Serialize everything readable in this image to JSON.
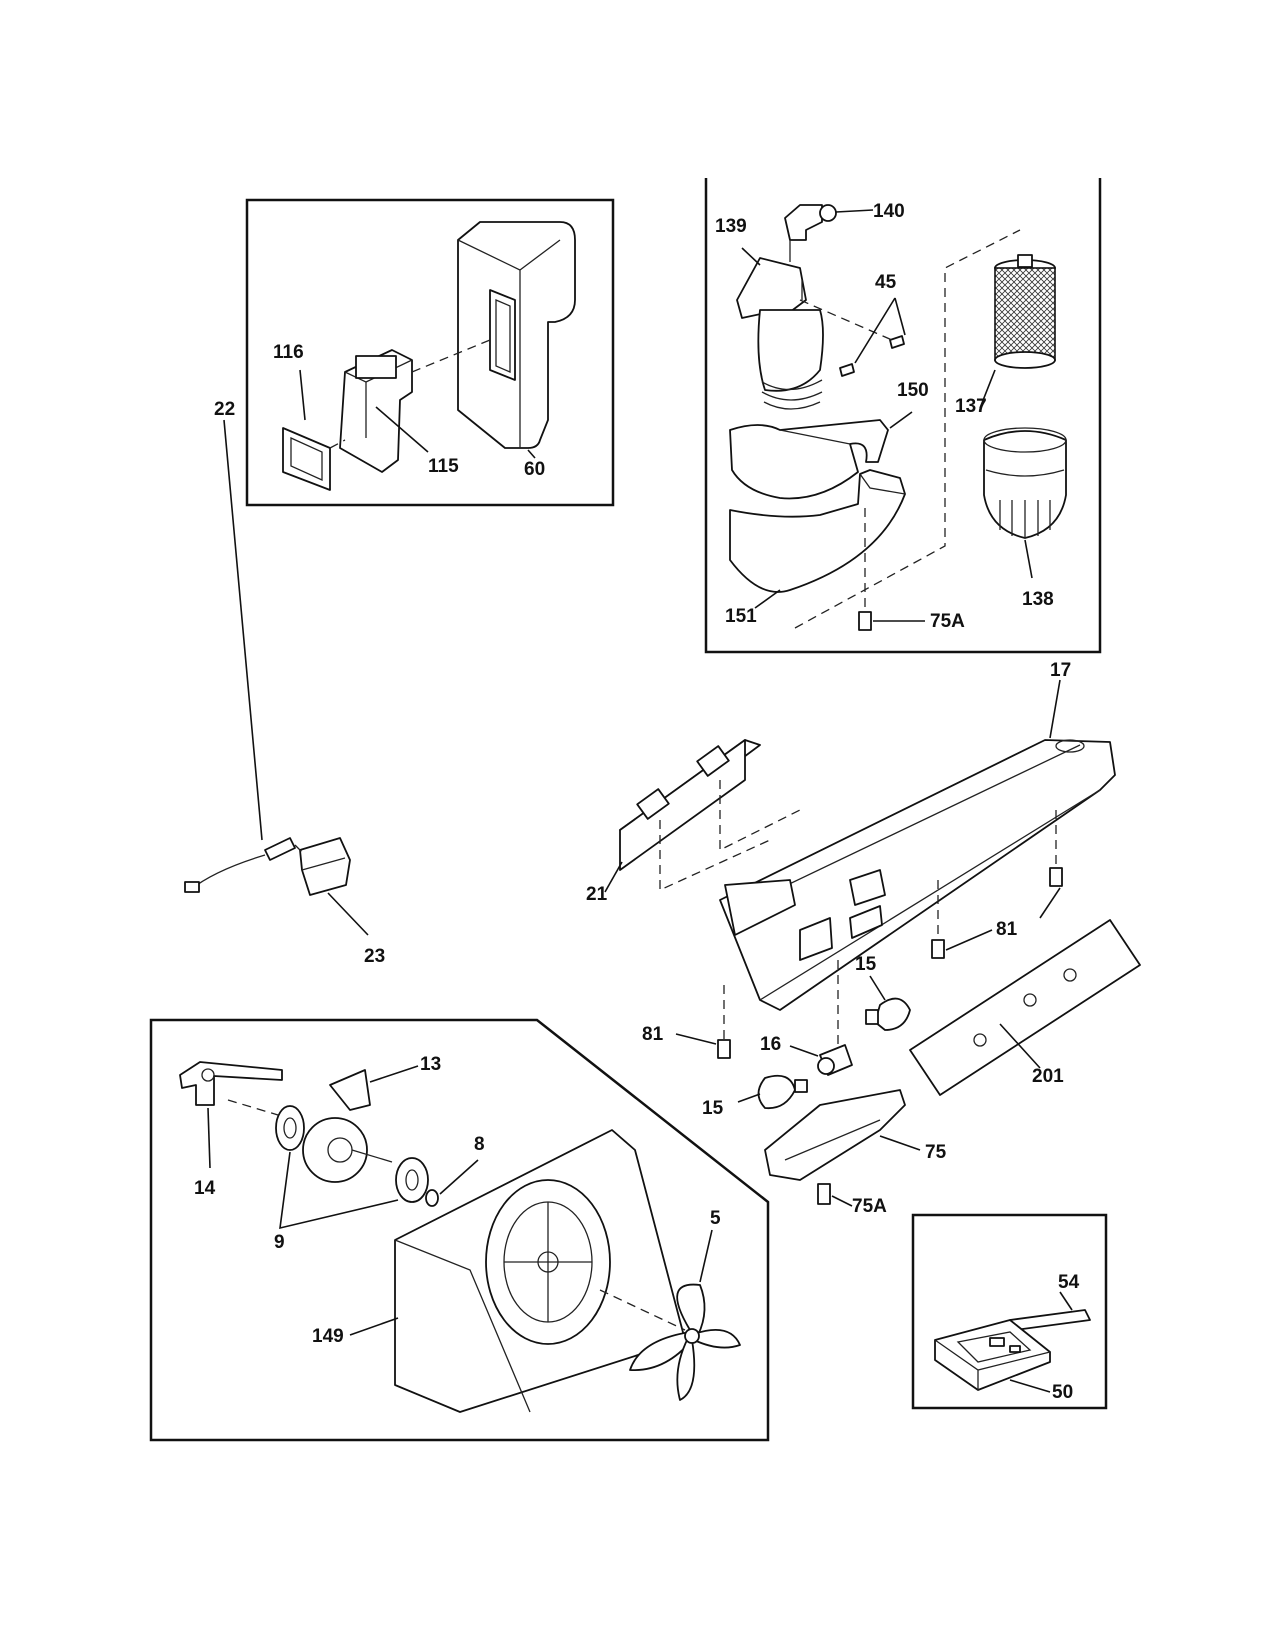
{
  "diagram": {
    "callouts": {
      "c116": "116",
      "c115": "115",
      "c60": "60",
      "c139": "139",
      "c140": "140",
      "c45": "45",
      "c150": "150",
      "c137": "137",
      "c138": "138",
      "c151": "151",
      "c75A_top": "75A",
      "c17": "17",
      "c22": "22",
      "c23": "23",
      "c21": "21",
      "c81_right": "81",
      "c81_left": "81",
      "c15_top": "15",
      "c16": "16",
      "c201": "201",
      "c15_bottom": "15",
      "c75": "75",
      "c75A_bottom": "75A",
      "c13": "13",
      "c14": "14",
      "c8": "8",
      "c9": "9",
      "c5": "5",
      "c149": "149",
      "c54": "54",
      "c50": "50"
    }
  }
}
